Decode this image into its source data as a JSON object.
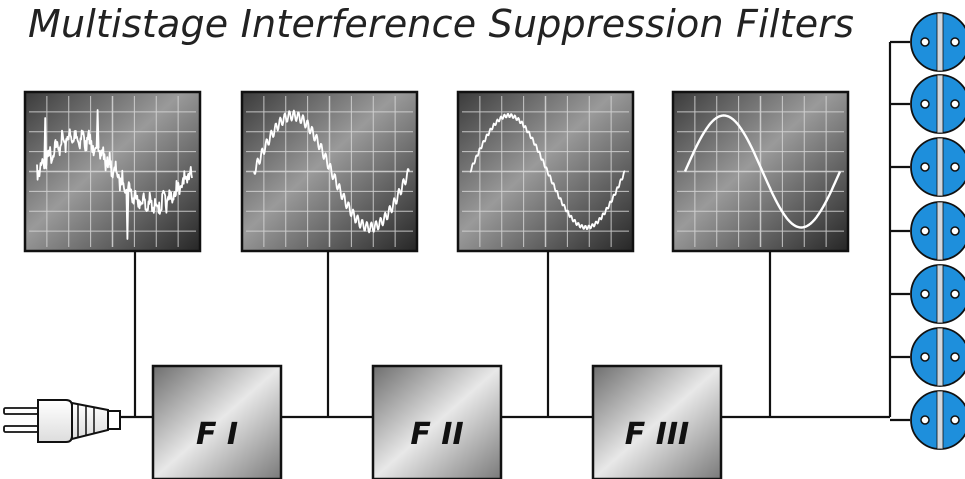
{
  "title": "Multistage Interference Suppression Filters",
  "filters": [
    {
      "label": "F I"
    },
    {
      "label": "F II"
    },
    {
      "label": "F III"
    }
  ],
  "scopes": [
    {
      "signal": "sine-with-spikes-and-heavy-noise"
    },
    {
      "signal": "sine-with-medium-noise"
    },
    {
      "signal": "sine-with-light-noise"
    },
    {
      "signal": "clean-sine"
    }
  ],
  "plug": {
    "icon": "power-plug-icon"
  },
  "sockets": {
    "count": 7,
    "icon": "power-socket-icon"
  },
  "colors": {
    "socket": "#1e8fdc",
    "socket_dark": "#0d5e99",
    "trace": "#ffffff",
    "line": "#111111"
  }
}
